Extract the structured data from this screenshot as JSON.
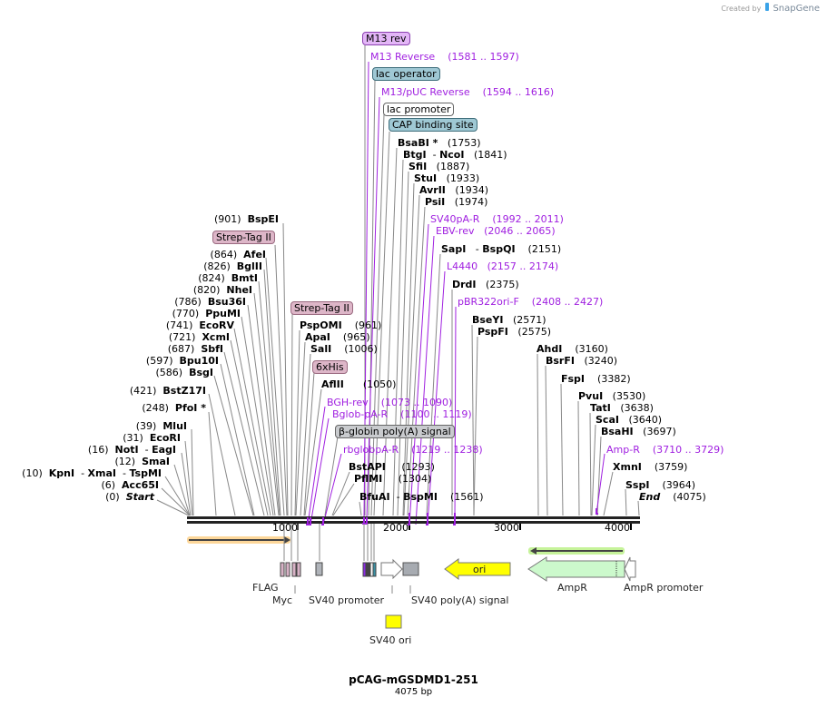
{
  "credit": {
    "prefix": "Created by",
    "brand": "SnapGene"
  },
  "map": {
    "name": "pCAG-mGSDMD1-251",
    "length_label": "4075 bp",
    "length_bp": 4075,
    "ruler_ticks": [
      "1000",
      "2000",
      "3000",
      "4000"
    ],
    "colors": {
      "backbone": "#222222",
      "primer": "#a020e0",
      "site_line": "#888888"
    }
  },
  "feature_boxes": {
    "m13rev": "M13 rev",
    "lac_operator": "lac operator",
    "lac_promoter": "lac promoter",
    "cap_site": "CAP binding site",
    "strep_tag_left": "Strep-Tag II",
    "strep_tag_mid": "Strep-Tag II",
    "his6": "6xHis",
    "bglobin_polya": "β-globin poly(A) signal"
  },
  "primers": [
    {
      "name": "M13 Reverse",
      "range": "(1581 .. 1597)"
    },
    {
      "name": "M13/pUC Reverse",
      "range": "(1594 .. 1616)"
    },
    {
      "name": "SV40pA-R",
      "range": "(1992 .. 2011)"
    },
    {
      "name": "EBV-rev",
      "range": "(2046 .. 2065)"
    },
    {
      "name": "L4440",
      "range": "(2157 .. 2174)"
    },
    {
      "name": "pBR322ori-F",
      "range": "(2408 .. 2427)"
    },
    {
      "name": "BGH-rev",
      "range": "(1073 .. 1090)"
    },
    {
      "name": "Bglob-pA-R",
      "range": "(1100 .. 1119)"
    },
    {
      "name": "rbglobpA-R",
      "range": "(1219 .. 1238)"
    },
    {
      "name": "Amp-R",
      "range": "(3710 .. 3729)"
    }
  ],
  "sites_right": [
    {
      "name": "BsaBI *",
      "pos": "(1753)"
    },
    {
      "name": "BtgI",
      "name2": "NcoI",
      "pos": "(1841)"
    },
    {
      "name": "SfiI",
      "pos": "(1887)"
    },
    {
      "name": "StuI",
      "pos": "(1933)"
    },
    {
      "name": "AvrII",
      "pos": "(1934)"
    },
    {
      "name": "PsiI",
      "pos": "(1974)"
    },
    {
      "name": "SapI",
      "name2": "BspQI",
      "pos": "(2151)"
    },
    {
      "name": "DrdI",
      "pos": "(2375)"
    },
    {
      "name": "BseYI",
      "pos": "(2571)"
    },
    {
      "name": "PspFI",
      "pos": "(2575)"
    },
    {
      "name": "AhdI",
      "pos": "(3160)"
    },
    {
      "name": "BsrFI",
      "pos": "(3240)"
    },
    {
      "name": "FspI",
      "pos": "(3382)"
    },
    {
      "name": "PvuI",
      "pos": "(3530)"
    },
    {
      "name": "TatI",
      "pos": "(3638)"
    },
    {
      "name": "ScaI",
      "pos": "(3640)"
    },
    {
      "name": "BsaHI",
      "pos": "(3697)"
    },
    {
      "name": "XmnI",
      "pos": "(3759)"
    },
    {
      "name": "SspI",
      "pos": "(3964)"
    },
    {
      "name": "End",
      "pos": "(4075)"
    }
  ],
  "sites_mid": [
    {
      "name": "PspOMI",
      "pos": "(961)"
    },
    {
      "name": "ApaI",
      "pos": "(965)"
    },
    {
      "name": "SalI",
      "pos": "(1006)"
    },
    {
      "name": "AflII",
      "pos": "(1050)"
    },
    {
      "name": "BstAPI",
      "pos": "(1293)"
    },
    {
      "name": "PflMI",
      "pos": "(1304)"
    },
    {
      "name": "BfuAI",
      "name2": "BspMI",
      "pos": "(1561)"
    }
  ],
  "sites_left": [
    {
      "pos": "(901)",
      "name": "BspEI"
    },
    {
      "pos": "(864)",
      "name": "AfeI"
    },
    {
      "pos": "(826)",
      "name": "BglII"
    },
    {
      "pos": "(824)",
      "name": "BmtI"
    },
    {
      "pos": "(820)",
      "name": "NheI"
    },
    {
      "pos": "(786)",
      "name": "Bsu36I"
    },
    {
      "pos": "(770)",
      "name": "PpuMI"
    },
    {
      "pos": "(741)",
      "name": "EcoRV"
    },
    {
      "pos": "(721)",
      "name": "XcmI"
    },
    {
      "pos": "(687)",
      "name": "SbfI"
    },
    {
      "pos": "(597)",
      "name": "Bpu10I"
    },
    {
      "pos": "(586)",
      "name": "BsgI"
    },
    {
      "pos": "(421)",
      "name": "BstZ17I"
    },
    {
      "pos": "(248)",
      "name": "PfoI *"
    },
    {
      "pos": "(39)",
      "name": "MluI"
    },
    {
      "pos": "(31)",
      "name": "EcoRI"
    },
    {
      "pos": "(16)",
      "name": "NotI",
      "name2": "EagI"
    },
    {
      "pos": "(12)",
      "name": "SmaI"
    },
    {
      "pos": "(10)",
      "name": "KpnI",
      "name2": "XmaI",
      "name3": "TspMI"
    },
    {
      "pos": "(6)",
      "name": "Acc65I"
    },
    {
      "pos": "(0)",
      "name": "Start"
    }
  ],
  "features": {
    "flag": "FLAG",
    "myc": "Myc",
    "sv40_promoter": "SV40 promoter",
    "sv40_polya": "SV40 poly(A) signal",
    "sv40_ori": "SV40 ori",
    "ori": "ori",
    "ampr": "AmpR",
    "ampr_promoter": "AmpR promoter"
  }
}
